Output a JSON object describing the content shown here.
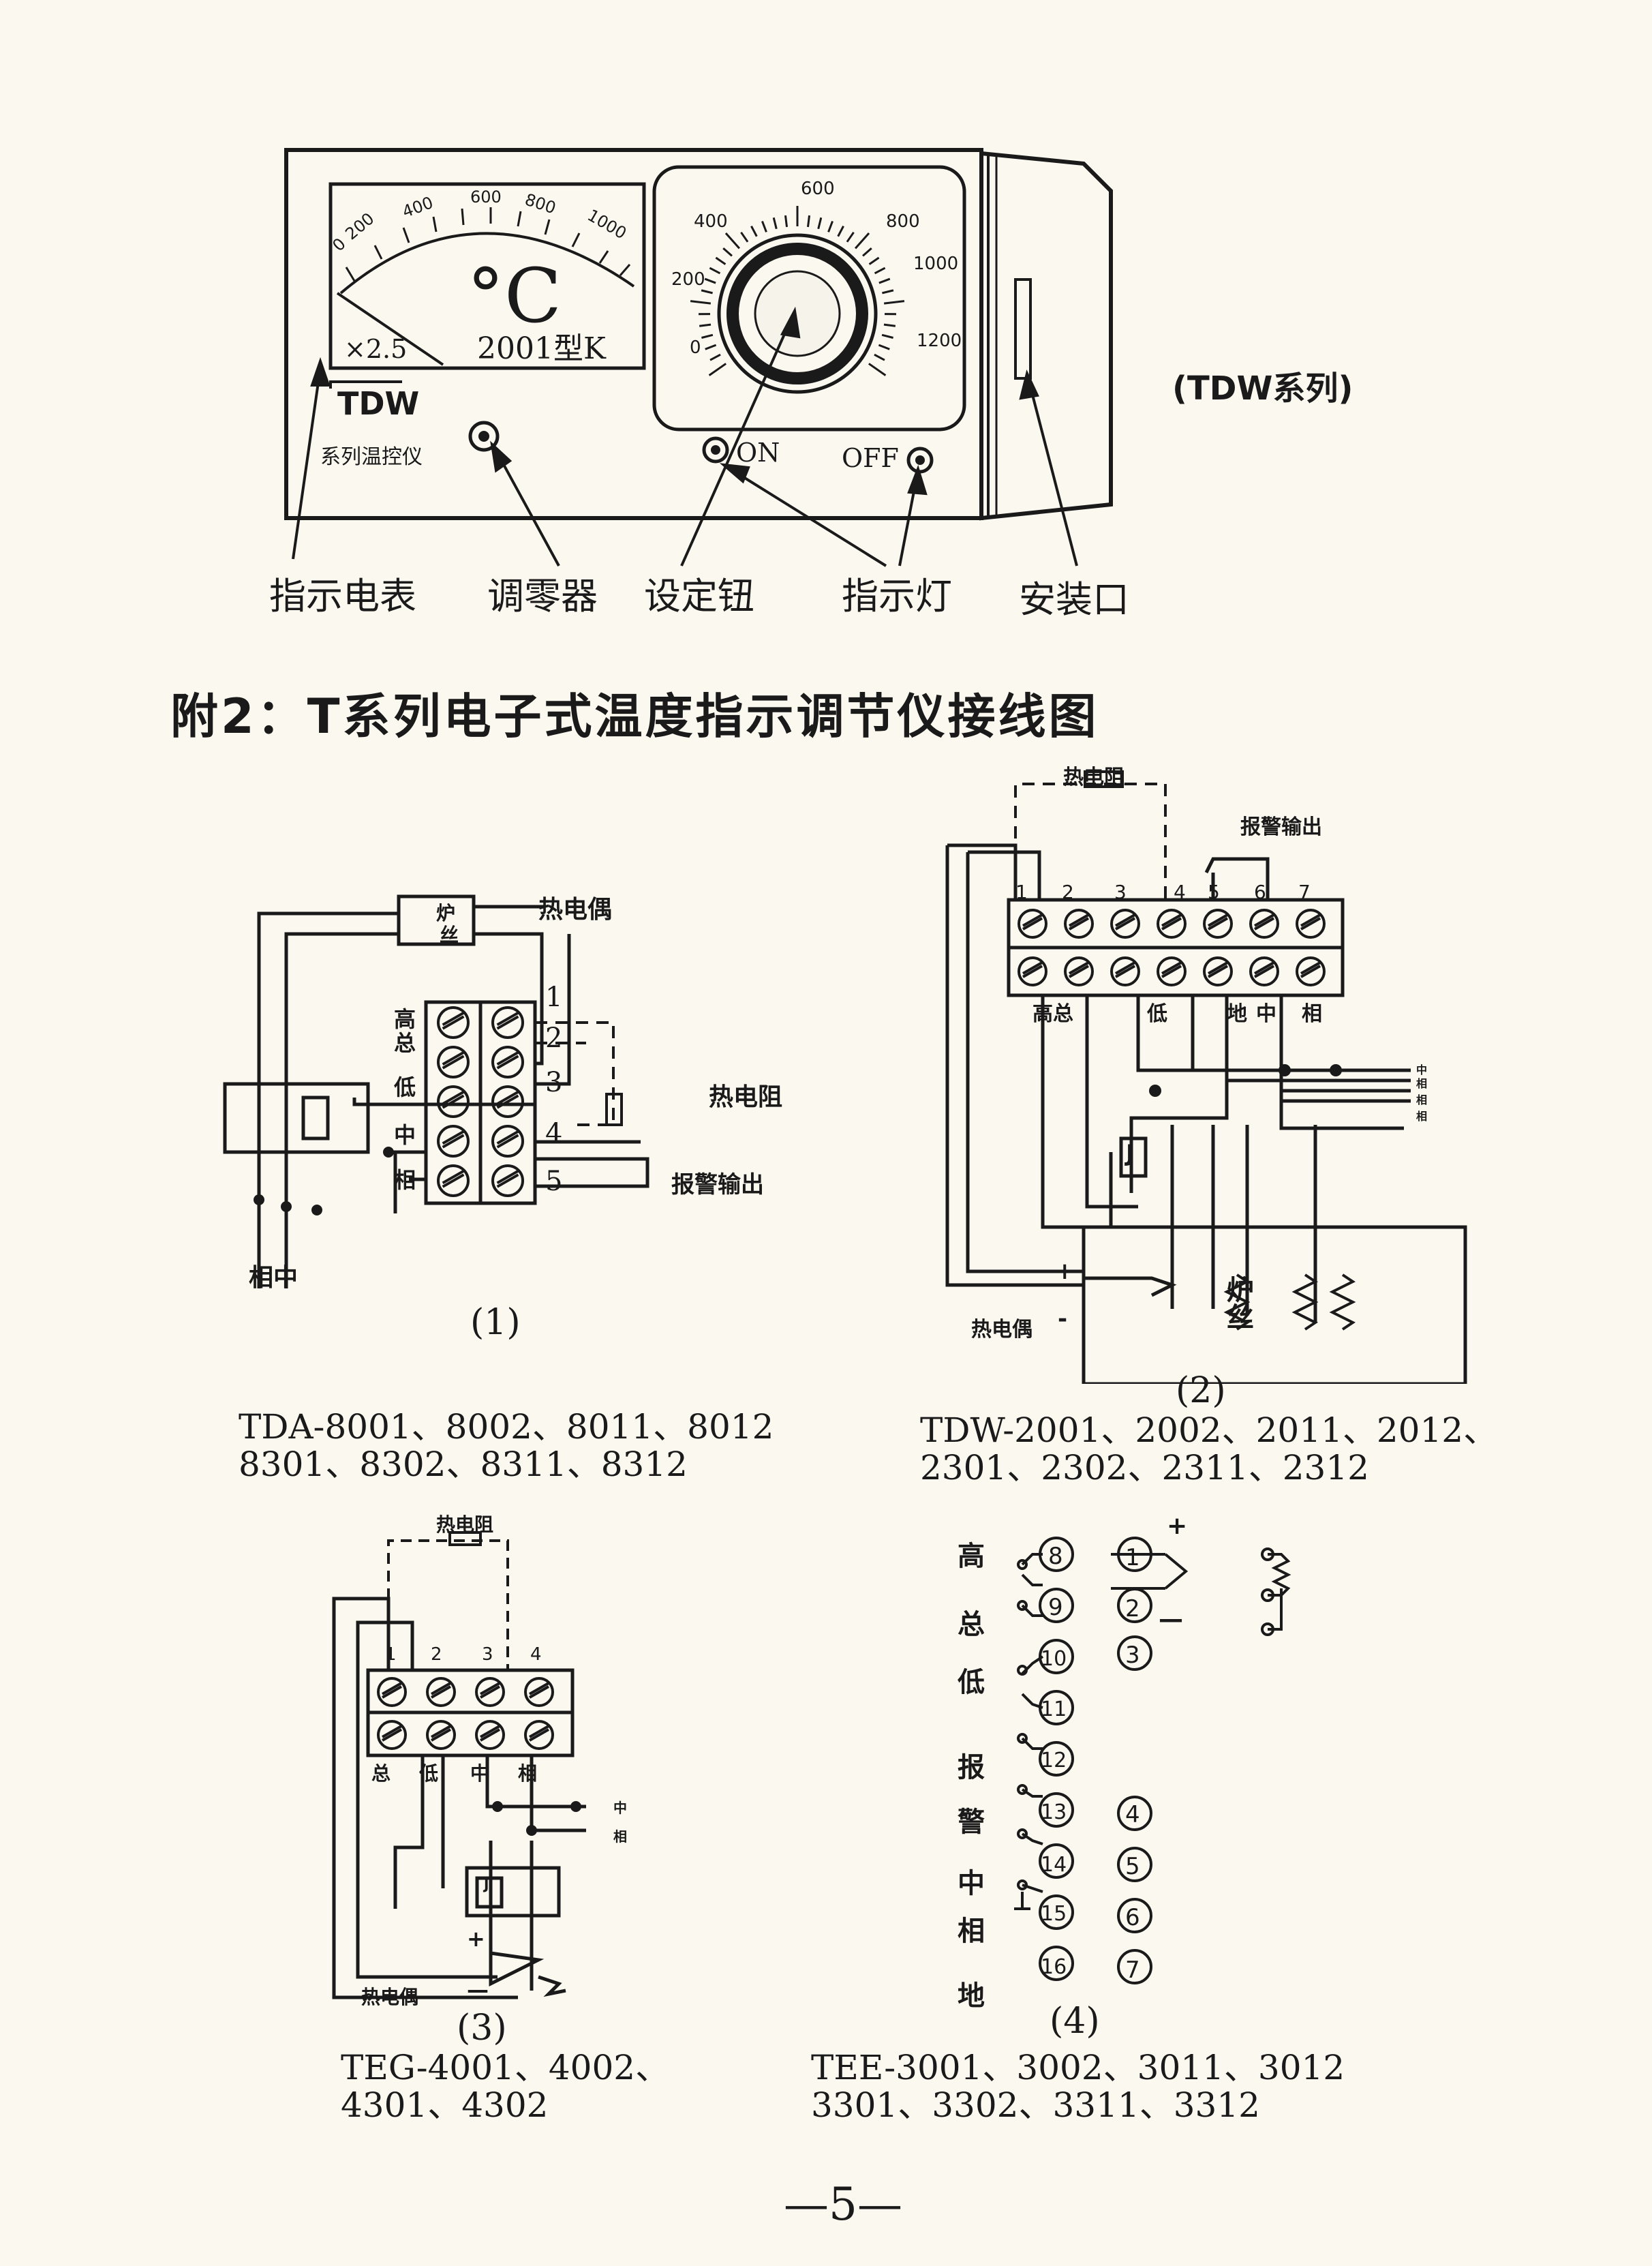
{
  "device": {
    "meter_ticks": [
      "0",
      "200",
      "400",
      "600",
      "800",
      "1000"
    ],
    "meter_unit": "°C",
    "meter_model": "2001型K",
    "meter_factor": "×2.5",
    "brand": "TDW",
    "brand_sub": "系列温控仪",
    "dial_ticks": [
      "0",
      "200",
      "400",
      "600",
      "800",
      "1000",
      "1200"
    ],
    "on_label": "ON",
    "off_label": "OFF",
    "series_label": "(TDW系列)",
    "callouts": [
      "指示电表",
      "调零器",
      "设定钮",
      "指示灯",
      "安装口"
    ]
  },
  "section_title": "附2：T系列电子式温度指示调节仪接线图",
  "fig1": {
    "number": "(1)",
    "thermocouple": "热电偶",
    "furnace_a": "炉",
    "furnace_b": "丝",
    "rtd": "热电阻",
    "alarm": "报警输出",
    "side_labels": [
      "高",
      "总",
      "低",
      "中",
      "相"
    ],
    "terminals": [
      "1",
      "2",
      "3",
      "4",
      "5"
    ],
    "bottom_label": "相中",
    "models_line1": "TDA-8001、8002、8011、8012",
    "models_line2": "8301、8302、8311、8312"
  },
  "fig2": {
    "number": "(2)",
    "rtd": "热电阻",
    "alarm": "报警输出",
    "terminals": [
      "1",
      "2",
      "3",
      "4",
      "5",
      "6",
      "7"
    ],
    "bottom_labels": [
      "高总",
      "低",
      "地",
      "中",
      "相"
    ],
    "lines": [
      "中",
      "相",
      "相",
      "相"
    ],
    "relay": "J",
    "thermocouple": "热电偶",
    "furnace_a": "炉",
    "furnace_b": "丝",
    "plus": "+",
    "minus": "-",
    "models_line1": "TDW-2001、2002、2011、2012、",
    "models_line2": "2301、2302、2311、2312"
  },
  "fig3": {
    "number": "(3)",
    "rtd": "热电阻",
    "terminals": [
      "1",
      "2",
      "3",
      "4"
    ],
    "bottom_labels": [
      "总",
      "低",
      "中",
      "相"
    ],
    "lines": [
      "中",
      "相"
    ],
    "relay": "J",
    "thermocouple": "热电偶",
    "plus": "+",
    "minus": "—",
    "models_line1": "TEG-4001、4002、",
    "models_line2": "4301、4302"
  },
  "fig4": {
    "number": "(4)",
    "side_labels": [
      "高",
      "总",
      "低",
      "报",
      "警",
      "中",
      "相",
      "地"
    ],
    "left_terminals": [
      "8",
      "9",
      "10",
      "11",
      "12",
      "13",
      "14",
      "15",
      "16"
    ],
    "mid_terminals": [
      "1",
      "2",
      "3",
      "4",
      "5",
      "6",
      "7"
    ],
    "plus": "+",
    "minus": "—",
    "models_line1": "TEE-3001、3002、3011、3012",
    "models_line2": "3301、3302、3311、3312"
  },
  "page_number": "—5—"
}
